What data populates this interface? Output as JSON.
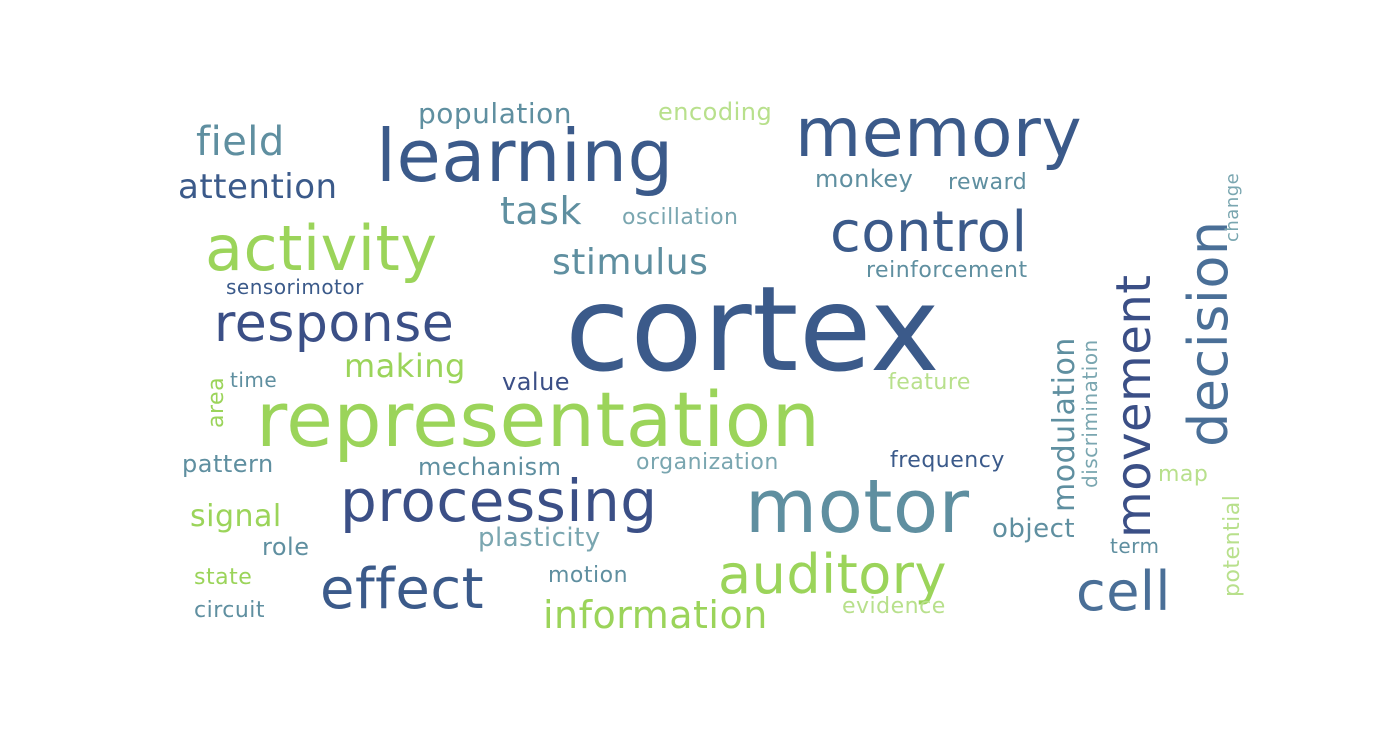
{
  "words": {
    "cortex": {
      "text": "cortex",
      "color": "#3b5a8a"
    },
    "representation": {
      "text": "representation",
      "color": "#9bd45a"
    },
    "learning": {
      "text": "learning",
      "color": "#3b5a8a"
    },
    "memory": {
      "text": "memory",
      "color": "#3b5a8a"
    },
    "motor": {
      "text": "motor",
      "color": "#5f8fa0"
    },
    "processing": {
      "text": "processing",
      "color": "#3b4f86"
    },
    "activity": {
      "text": "activity",
      "color": "#9bd45a"
    },
    "control": {
      "text": "control",
      "color": "#3b5a8a"
    },
    "decision": {
      "text": "decision",
      "color": "#4a6f97"
    },
    "movement": {
      "text": "movement",
      "color": "#3b4f86"
    },
    "response": {
      "text": "response",
      "color": "#3b4f86"
    },
    "auditory": {
      "text": "auditory",
      "color": "#9bd45a"
    },
    "effect": {
      "text": "effect",
      "color": "#3b5a8a"
    },
    "cell": {
      "text": "cell",
      "color": "#4a6f97"
    },
    "information": {
      "text": "information",
      "color": "#9bd45a"
    },
    "task": {
      "text": "task",
      "color": "#5f8fa0"
    },
    "field": {
      "text": "field",
      "color": "#5f8fa0"
    },
    "attention": {
      "text": "attention",
      "color": "#3b5a8a"
    },
    "population": {
      "text": "population",
      "color": "#5f8fa0"
    },
    "encoding": {
      "text": "encoding",
      "color": "#b8e08c"
    },
    "stimulus": {
      "text": "stimulus",
      "color": "#5f8fa0"
    },
    "making": {
      "text": "making",
      "color": "#9bd45a"
    },
    "modulation": {
      "text": "modulation",
      "color": "#5f8fa0"
    },
    "monkey": {
      "text": "monkey",
      "color": "#5f8fa0"
    },
    "reward": {
      "text": "reward",
      "color": "#5f8fa0"
    },
    "oscillation": {
      "text": "oscillation",
      "color": "#7aa6b0"
    },
    "reinforcement": {
      "text": "reinforcement",
      "color": "#5f8fa0"
    },
    "sensorimotor": {
      "text": "sensorimotor",
      "color": "#3b5a8a"
    },
    "value": {
      "text": "value",
      "color": "#3b4f86"
    },
    "time": {
      "text": "time",
      "color": "#5f8fa0"
    },
    "area": {
      "text": "area",
      "color": "#9bd45a"
    },
    "feature": {
      "text": "feature",
      "color": "#b8e08c"
    },
    "pattern": {
      "text": "pattern",
      "color": "#5f8fa0"
    },
    "mechanism": {
      "text": "mechanism",
      "color": "#5f8fa0"
    },
    "organization": {
      "text": "organization",
      "color": "#7aa6b0"
    },
    "frequency": {
      "text": "frequency",
      "color": "#3b5a8a"
    },
    "discrimination": {
      "text": "discrimination",
      "color": "#7aa6b0"
    },
    "change": {
      "text": "change",
      "color": "#7aa6b0"
    },
    "map": {
      "text": "map",
      "color": "#b8e08c"
    },
    "potential": {
      "text": "potential",
      "color": "#b8e08c"
    },
    "signal": {
      "text": "signal",
      "color": "#9bd45a"
    },
    "role": {
      "text": "role",
      "color": "#5f8fa0"
    },
    "plasticity": {
      "text": "plasticity",
      "color": "#7aa6b0"
    },
    "object": {
      "text": "object",
      "color": "#5f8fa0"
    },
    "term": {
      "text": "term",
      "color": "#5f8fa0"
    },
    "state": {
      "text": "state",
      "color": "#9bd45a"
    },
    "motion": {
      "text": "motion",
      "color": "#5f8fa0"
    },
    "circuit": {
      "text": "circuit",
      "color": "#5f8fa0"
    },
    "evidence": {
      "text": "evidence",
      "color": "#b8e08c"
    }
  }
}
